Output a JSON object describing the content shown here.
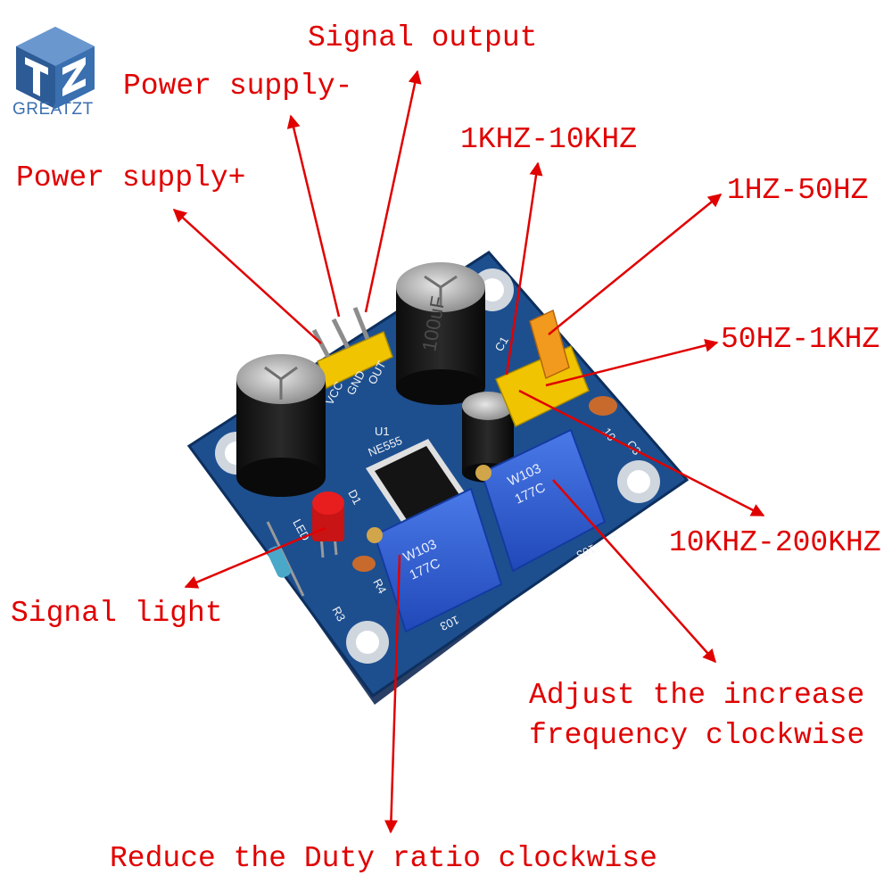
{
  "brand": {
    "logo_text": "GREATZT"
  },
  "labels": {
    "signal_output": "Signal output",
    "power_minus": "Power supply-",
    "power_plus": "Power supply+",
    "range_1k_10k": "1KHZ-10KHZ",
    "range_1_50": "1HZ-50HZ",
    "range_50_1k": "50HZ-1KHZ",
    "range_10k_200k": "10KHZ-200KHZ",
    "signal_light": "Signal light",
    "adjust_freq_line1": "Adjust the increase",
    "adjust_freq_line2": "frequency clockwise",
    "reduce_duty": "Reduce the Duty ratio clockwise"
  },
  "board": {
    "pin_vcc": "VCC",
    "pin_gnd": "GND",
    "pin_out": "OUT",
    "chip_label": "U1",
    "chip_name": "NE555",
    "led_label": "LED",
    "led_ref": "D1",
    "resistor_ref": "R3",
    "resistor_ref2": "R4",
    "pot_code": "W103",
    "pot_code2": "177C",
    "pot_silk": "103",
    "cap_marking": "100uF",
    "cap_ref1": "C1",
    "cap_ref3": "C3",
    "cap_ref4": "10"
  },
  "colors": {
    "annotation": "#e00000",
    "pcb": "#1d4f8f",
    "potentiometer": "#2f5fd0",
    "header": "#f0c400",
    "jumper": "#f29a1e",
    "led": "#e81e1e",
    "logo": "#3a6fb0"
  }
}
